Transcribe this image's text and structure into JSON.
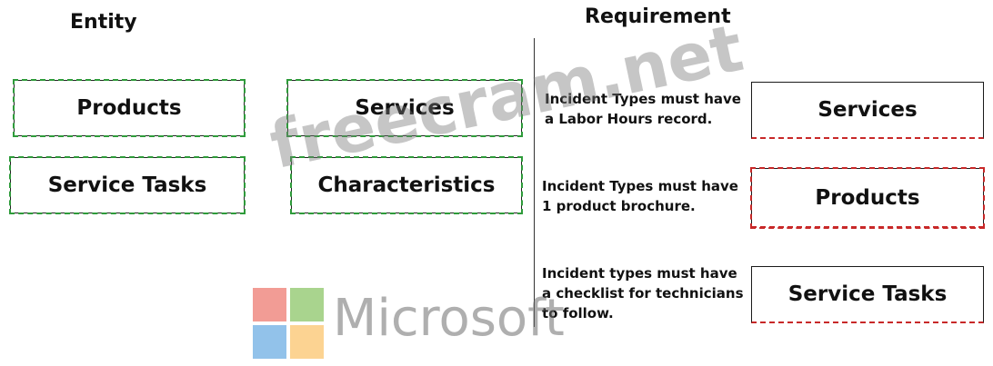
{
  "headings": {
    "entity": "Entity",
    "requirement": "Requirement"
  },
  "entities": [
    {
      "label": "Products"
    },
    {
      "label": "Services"
    },
    {
      "label": "Service Tasks"
    },
    {
      "label": "Characteristics"
    }
  ],
  "requirements": [
    {
      "text": "Incident Types must have a Labor Hours record.",
      "answer": "Services"
    },
    {
      "text": "Incident Types must have 1 product brochure.",
      "answer": "Products"
    },
    {
      "text": "Incident types must have a checklist for technicians to follow.",
      "answer": "Service Tasks"
    }
  ],
  "watermark": "freecram.net",
  "logo": {
    "text": "Microsoft",
    "colors": [
      "#f29c95",
      "#a9d48e",
      "#92c2ea",
      "#fcd392"
    ]
  },
  "colors": {
    "entity_dash": "#2e9b3a",
    "answer_dash": "#c82828"
  }
}
